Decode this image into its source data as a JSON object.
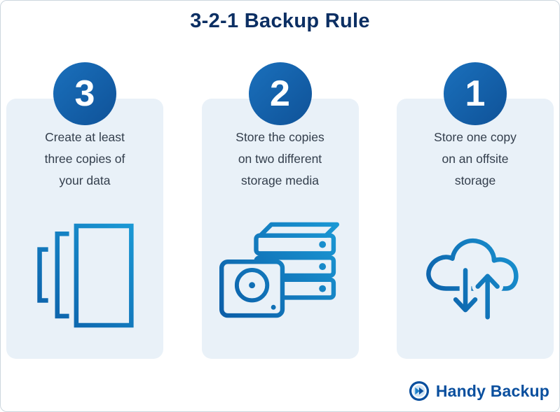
{
  "page": {
    "title": "3-2-1 Backup Rule"
  },
  "cards": [
    {
      "number": "3",
      "lines": [
        "Create at least",
        "three copies of",
        "your data"
      ],
      "icon": "document-copies-icon"
    },
    {
      "number": "2",
      "lines": [
        "Store the copies",
        "on two different",
        "storage media"
      ],
      "icon": "storage-drives-icon"
    },
    {
      "number": "1",
      "lines": [
        "Store one copy",
        "on an offsite",
        "storage"
      ],
      "icon": "cloud-backup-icon"
    }
  ],
  "footer": {
    "brand": "Handy Backup"
  },
  "colors": {
    "title_text": "#0c2f63",
    "card_background": "#e9f1f8",
    "badge_blue": "#0f5298",
    "icon_gradient_start": "#0b5ca6",
    "icon_gradient_end": "#1b9ad6",
    "brand_blue": "#0a4f9e",
    "body_text": "#333e4c"
  }
}
